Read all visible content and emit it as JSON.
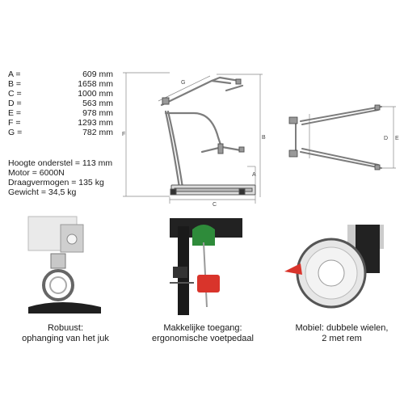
{
  "dimensions": [
    {
      "key": "A =",
      "value": "609 mm"
    },
    {
      "key": "B =",
      "value": "1658 mm"
    },
    {
      "key": "C =",
      "value": "1000 mm"
    },
    {
      "key": "D =",
      "value": "563 mm"
    },
    {
      "key": "E =",
      "value": "978 mm"
    },
    {
      "key": "F =",
      "value": "1293 mm"
    },
    {
      "key": "G =",
      "value": "782 mm"
    }
  ],
  "specs": [
    "Hoogte onderstel = 113 mm",
    "Motor = 6000N",
    "Draagvermogen = 135 kg",
    "Gewicht = 34,5 kg"
  ],
  "diagram_labels": {
    "side": {
      "g": "G",
      "f": "F",
      "b": "B",
      "a": "A",
      "c": "C"
    },
    "top": {
      "d": "D",
      "e": "E"
    }
  },
  "features": [
    {
      "line1": "Robuust:",
      "line2": "ophanging van het juk"
    },
    {
      "line1": "Makkelijke toegang:",
      "line2": "ergonomische voetpedaal"
    },
    {
      "line1": "Mobiel: dubbele wielen,",
      "line2": "2 met rem"
    }
  ],
  "colors": {
    "pedal_green": "#2e8b3a",
    "pedal_red": "#d9342b",
    "frame": "#8a8a8a"
  }
}
